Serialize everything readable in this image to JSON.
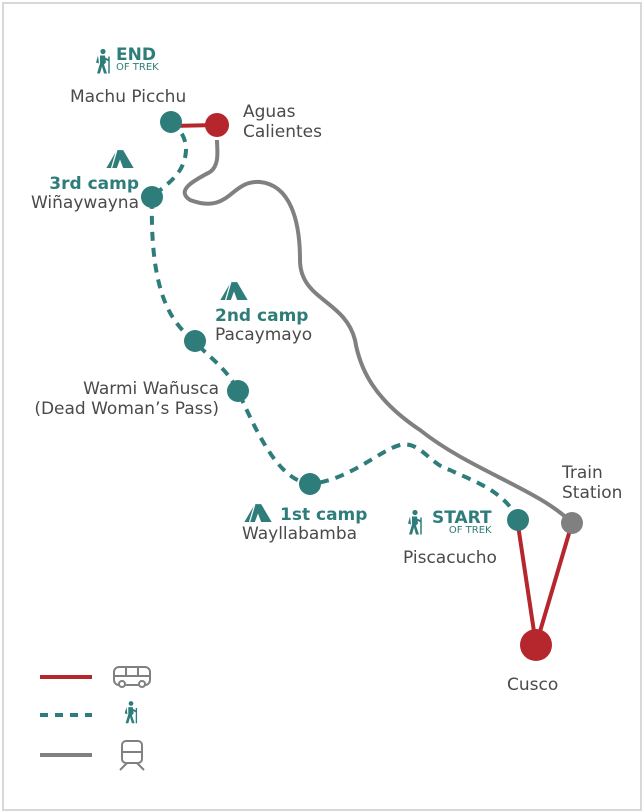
{
  "colors": {
    "trek": "#2e7d7a",
    "bus": "#b5272d",
    "train": "#808080",
    "text": "#4a4a4a"
  },
  "end": {
    "big": "END",
    "small": "OF TREK"
  },
  "start": {
    "big": "START",
    "small": "OF TREK"
  },
  "places": {
    "machu_picchu": "Machu Picchu",
    "aguas_1": "Aguas",
    "aguas_2": "Calientes",
    "wina": "Wiñaywayna",
    "pacay": "Pacaymayo",
    "warmi_1": "Warmi Wañusca",
    "warmi_2": "(Dead Woman’s Pass)",
    "wayll": "Wayllabamba",
    "pisca": "Piscacucho",
    "train_1": "Train",
    "train_2": "Station",
    "cusco": "Cusco"
  },
  "camps": {
    "first": "1st camp",
    "second": "2nd camp",
    "third": "3rd camp"
  },
  "legend": [
    {
      "line": "bus",
      "icon": "bus-icon"
    },
    {
      "line": "trek",
      "icon": "hiker-icon"
    },
    {
      "line": "train",
      "icon": "train-icon"
    }
  ]
}
